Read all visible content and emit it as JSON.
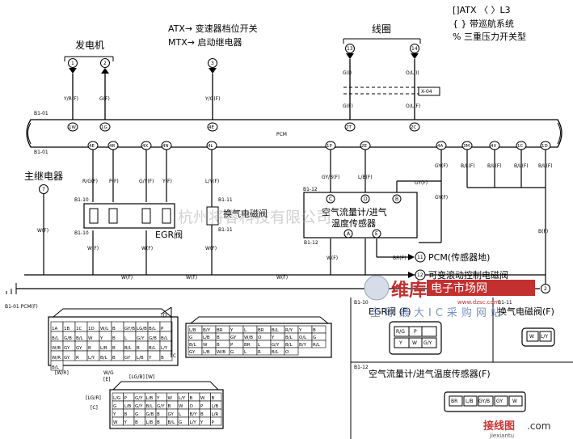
{
  "legend": {
    "atx_line": "ATX→ 变速器档位开关",
    "mtx_line": "MTX→ 启动继电器",
    "l3_line": "[]ATX 〈 〉L3",
    "cruise_line": "{ } 带巡航系统",
    "pressure_line": "% 三重压力开关型"
  },
  "labels": {
    "generator": "发电机",
    "coil": "线圈",
    "main_relay": "主继电器",
    "pcm": "PCM",
    "x04": "X-04",
    "egr_valve": "EGR阀",
    "vent_valve": "换气电磁阀",
    "maf_line1": "空气流量计/进气",
    "maf_line2": "温度传感器",
    "pcm_sensor_ground": "PCM(传感器地)",
    "swirl_valve": "可变滚动控制电磁阀",
    "watermark": "杭州将睿科技有限公司",
    "pcm_connector": "B1-01 PCM(F)",
    "egr_conn": "EGR阀 (F)",
    "vent_conn": "换气电磁阀(F)",
    "maf_conn": "空气流量计/进气温度传感器(F)",
    "egr_code": "B1-10",
    "vent_code": "B1-11",
    "maf_code": "B1-12",
    "site_brand": "维库",
    "site_title": "电子市场网",
    "site_url": "www.dzsc.com",
    "site_slogan": "全球最大IC采购网站",
    "corner_logo": "接线图",
    "corner_com": ".com",
    "corner_url": "jiexiantu"
  },
  "terminals_top": [
    {
      "num": "1",
      "wire": "Y/R(F)",
      "pin": "1W"
    },
    {
      "num": "2",
      "wire": "G(F)",
      "pin": "1G"
    },
    {
      "num": "3",
      "wire": "Y/G(F)",
      "pin": "4E"
    },
    {
      "num": "13",
      "wire": "G(F)",
      "pin": "2T"
    },
    {
      "num": "14",
      "wire": "O/L(F)",
      "pin": "2C"
    }
  ],
  "bottom_pins": [
    "4E",
    "4R",
    "4X",
    "4N",
    "4L",
    "1P",
    "2E",
    "4A",
    "3M",
    "4X",
    "1C",
    "1D"
  ],
  "wire_colors": {
    "coil_g": "G(I)",
    "coil_ol": "O/L(I)",
    "egr1": "R/G(F)",
    "egr2": "P(F)",
    "egr3": "G/Y(F)",
    "egr4": "Y(F)",
    "vent": "L/Y(F)",
    "maf_gyb": "GY/B(F)",
    "maf_lb": "L/B(F)",
    "maf_gy": "GY(F)",
    "bf1": "B/L(F)",
    "bf2": "B/L(F)",
    "bf3": "B/L(F)",
    "bf4": "B/L(F)",
    "gy_out": "GY(F)",
    "br": "BR(F)",
    "w": "W(F)",
    "b": "B(F)"
  },
  "maf_pins": [
    "C",
    "D",
    "B",
    "A",
    "E"
  ],
  "egr_pins": [
    "R/G",
    "P",
    "Y",
    "W",
    "G/Y"
  ],
  "vent_pins": [
    "W",
    "L/Y"
  ],
  "maf_conn_pins": [
    "BR",
    "L/B",
    "GY/B",
    "GY",
    "W"
  ],
  "right_refs": [
    "11",
    "12"
  ],
  "ground_ref": "2",
  "connector_notes": {
    "note_1d": "1D",
    "note_1c": "1C",
    "note_wg": "W/G",
    "note_wr": "[W/R]",
    "note_e": "[E]",
    "note_lgb": "[LG/B] [W]",
    "note_lgr": "[LG/R]",
    "note_c": "[C]"
  },
  "pcm_grid_a": [
    "1A",
    "1B",
    "1C",
    "1D",
    "W/L",
    "B",
    "GY/B",
    "LG/B",
    "B/L",
    "P",
    "B/L",
    "G/B",
    "B/L",
    "W",
    "Y",
    "B",
    "L",
    "G/Y",
    "G/B",
    "B/L",
    "W/B",
    "GY",
    "GY",
    "B",
    "L/B",
    "B",
    "B/L",
    "B",
    "B/L",
    "L/Y",
    "W/R",
    "GY",
    "R",
    "L/Y",
    "B/L",
    "B",
    "GY",
    "L/B",
    "Y",
    "B",
    "B/L"
  ],
  "pcm_grid_b": [
    "L/B",
    "B/Y",
    "BR",
    "Y",
    "L",
    "BR",
    "B/L",
    "R/Y",
    "Y",
    "B",
    "G",
    "L/B",
    "B",
    "GY",
    "W/B",
    "O",
    "Y",
    "B/L",
    "O/L",
    "G",
    "B/L",
    "W",
    "B",
    "P",
    "BR",
    "L",
    "G/Y",
    "B/L",
    "B/Y",
    "R/L",
    "GY",
    "L/B",
    "W/B",
    "G",
    "L",
    "R",
    "B/L",
    "O"
  ],
  "pcm_grid_c": [
    "L/G",
    "P",
    "G/Y",
    "L/B",
    "Y",
    "W",
    "L/Y",
    "B",
    "W",
    "B",
    "G",
    "L/B",
    "G/Y",
    "B/L",
    "G/Y",
    "B",
    "W",
    "O",
    "P",
    "L/B",
    "Y",
    "B",
    "G",
    "G/B",
    "B",
    "GY",
    "L",
    "B/Y",
    "B",
    "L/R",
    "W",
    "Y",
    "B",
    "L/B",
    "B",
    "B/L",
    "G",
    "L/Y",
    "Y",
    "P"
  ]
}
